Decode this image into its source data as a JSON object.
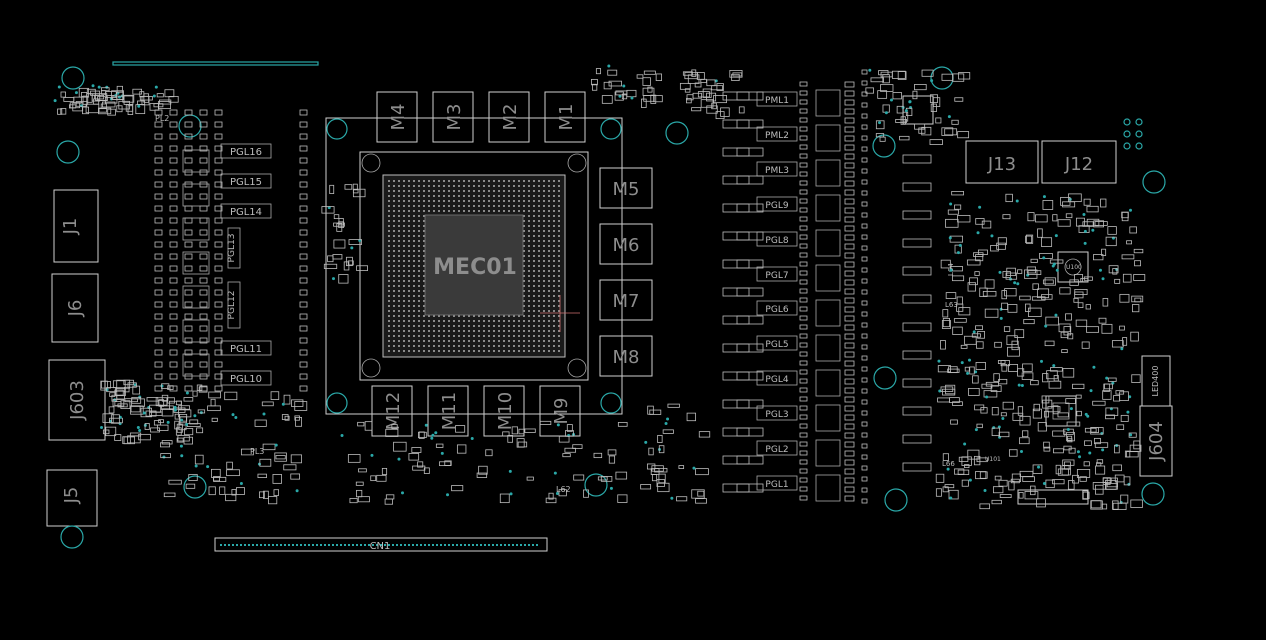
{
  "board": {
    "background": "#000000",
    "silk_color": "#cfcfcf",
    "mount_color": "#2aa8a8",
    "labels": {
      "gpu": "MEC01",
      "j1": "J1",
      "j6": "J6",
      "j603": "J603",
      "j5": "J5",
      "j13": "J13",
      "j12": "J12",
      "j604": "J604",
      "led": "LED400",
      "cn1": "CN1",
      "pl2": "PL2",
      "pl3": "PL3",
      "l62": "L62",
      "l63": "L63",
      "l66": "L66",
      "l64": "L64",
      "u100": "U100",
      "u101": "U101"
    },
    "memory_top": [
      "M4",
      "M3",
      "M2",
      "M1"
    ],
    "memory_right": [
      "M5",
      "M6",
      "M7",
      "M8"
    ],
    "memory_bottom": [
      "M12",
      "M11",
      "M10",
      "M9"
    ],
    "pgl_left": [
      "PGL16",
      "PGL15",
      "PGL14",
      "PGL13",
      "PGL12",
      "PGL11",
      "PGL10"
    ],
    "pgl_right": [
      "PML1",
      "PML2",
      "PML3",
      "PGL9",
      "PGL8",
      "PGL7",
      "PGL6",
      "PGL5",
      "PGL4",
      "PGL3",
      "PGL2",
      "PGL1"
    ]
  }
}
